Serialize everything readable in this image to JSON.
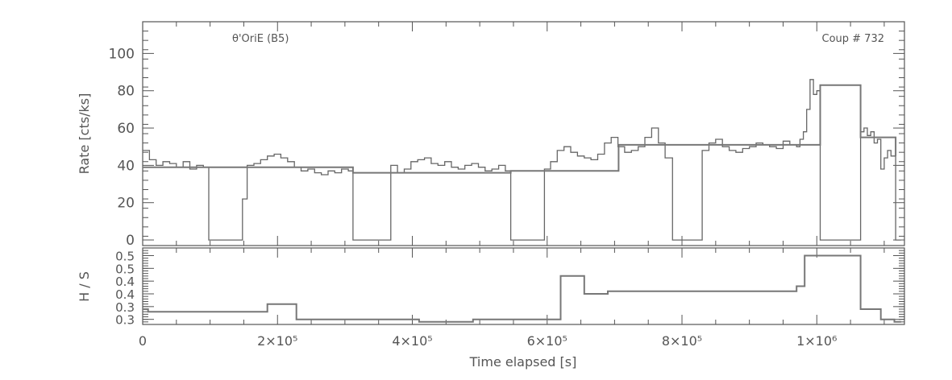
{
  "chart_data": [
    {
      "type": "line",
      "panel": "top",
      "title_left": "θ'OriE (B5)",
      "title_right": "Coup # 732",
      "xlabel": "",
      "ylabel": "Rate [cts/ks]",
      "xlim": [
        0,
        1130000
      ],
      "ylim": [
        -3,
        117
      ],
      "yticks": [
        "0",
        "20",
        "40",
        "60",
        "80",
        "100"
      ],
      "ytick_values": [
        0,
        20,
        40,
        60,
        80,
        100
      ],
      "grid": false,
      "series": [
        {
          "style": "fine-binned",
          "x": [
            0,
            10000,
            20000,
            30000,
            40000,
            50000,
            60000,
            70000,
            80000,
            90000,
            98000,
            98001,
            148000,
            148001,
            155000,
            165000,
            175000,
            185000,
            195000,
            205000,
            215000,
            225000,
            235000,
            245000,
            255000,
            265000,
            275000,
            285000,
            295000,
            305000,
            312000,
            312001,
            368000,
            368001,
            378000,
            388000,
            398000,
            408000,
            418000,
            428000,
            438000,
            448000,
            458000,
            468000,
            478000,
            488000,
            498000,
            508000,
            518000,
            528000,
            538000,
            546000,
            546001,
            596000,
            596001,
            605000,
            615000,
            625000,
            635000,
            645000,
            655000,
            665000,
            675000,
            685000,
            695000,
            705000,
            715000,
            725000,
            735000,
            745000,
            755000,
            765000,
            775000,
            786000,
            786001,
            830000,
            830001,
            840000,
            850000,
            860000,
            870000,
            880000,
            890000,
            900000,
            910000,
            920000,
            930000,
            940000,
            950000,
            960000,
            970000,
            975000,
            980000,
            985000,
            990000,
            995000,
            1000000,
            1005000,
            1005001,
            1065000,
            1065001,
            1070000,
            1075000,
            1080000,
            1085000,
            1090000,
            1095000,
            1100000,
            1105000,
            1110000,
            1117000,
            1117001,
            1125000
          ],
          "y": [
            48,
            43,
            40,
            42,
            41,
            39,
            42,
            38,
            40,
            39,
            38,
            0,
            0,
            22,
            40,
            41,
            43,
            45,
            46,
            44,
            42,
            39,
            37,
            38,
            36,
            35,
            37,
            36,
            38,
            37,
            36,
            0,
            0,
            40,
            36,
            38,
            42,
            43,
            44,
            41,
            40,
            42,
            39,
            38,
            40,
            41,
            39,
            37,
            38,
            40,
            37,
            36,
            0,
            0,
            38,
            42,
            48,
            50,
            47,
            45,
            44,
            43,
            46,
            52,
            55,
            50,
            47,
            48,
            50,
            55,
            60,
            52,
            44,
            36,
            0,
            0,
            48,
            52,
            54,
            50,
            48,
            47,
            49,
            50,
            52,
            51,
            50,
            49,
            53,
            51,
            50,
            54,
            58,
            70,
            86,
            78,
            80,
            82,
            0,
            0,
            58,
            60,
            56,
            58,
            52,
            54,
            38,
            44,
            48,
            45,
            44,
            0,
            0
          ]
        },
        {
          "style": "block",
          "x": [
            0,
            148000,
            148001,
            312000,
            312001,
            546000,
            546001,
            706000,
            706001,
            1005000,
            1005001,
            1065000,
            1065001,
            1117000
          ],
          "y": [
            39,
            39,
            39,
            36,
            36,
            37,
            37,
            37,
            51,
            51,
            83,
            83,
            55,
            45
          ]
        }
      ]
    },
    {
      "type": "line",
      "panel": "bottom",
      "xlabel": "Time elapsed [s]",
      "ylabel": "H / S",
      "xlim": [
        0,
        1130000
      ],
      "ylim": [
        0.28,
        0.58
      ],
      "yticks": [
        "0.3",
        "0.3",
        "0.4",
        "0.4",
        "0.5",
        "0.5"
      ],
      "ytick_values": [
        0.3,
        0.35,
        0.4,
        0.45,
        0.5,
        0.55
      ],
      "xticks": [
        "0",
        "2×10⁵",
        "4×10⁵",
        "6×10⁵",
        "8×10⁵",
        "1×10⁶"
      ],
      "xtick_values": [
        0,
        200000,
        400000,
        600000,
        800000,
        1000000
      ],
      "grid": false,
      "series": [
        {
          "style": "block",
          "x": [
            0,
            8000,
            8001,
            185000,
            185001,
            228000,
            228001,
            410000,
            410001,
            490000,
            490001,
            620000,
            620001,
            655000,
            655001,
            690000,
            690001,
            970000,
            970001,
            982000,
            982001,
            1065000,
            1065001,
            1095000,
            1095001,
            1115000,
            1115001,
            1125000
          ],
          "y": [
            0.34,
            0.34,
            0.33,
            0.33,
            0.36,
            0.36,
            0.3,
            0.3,
            0.29,
            0.29,
            0.3,
            0.3,
            0.47,
            0.47,
            0.4,
            0.4,
            0.41,
            0.41,
            0.43,
            0.43,
            0.55,
            0.55,
            0.34,
            0.34,
            0.3,
            0.3,
            0.29,
            0.29
          ]
        }
      ]
    }
  ]
}
